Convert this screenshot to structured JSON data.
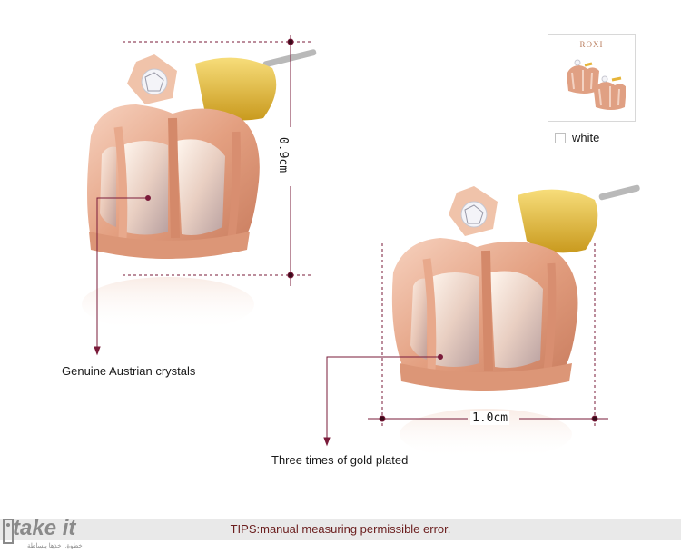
{
  "thumbnail": {
    "brand": "ROXI"
  },
  "color_option": {
    "label": "white"
  },
  "dimensions": {
    "height": "0.9cm",
    "width": "1.0cm"
  },
  "callouts": {
    "crystals": "Genuine Austrian crystals",
    "plating": "Three times of gold plated"
  },
  "footer": {
    "tips": "TIPS:manual measuring permissible error.",
    "logo_main": "take it",
    "logo_sub": "خطوة.. خذها ببساطة"
  },
  "colors": {
    "accent": "#7a1b3a",
    "rose_gold": "#e8a98c",
    "post_gold": "#e6b53a"
  }
}
